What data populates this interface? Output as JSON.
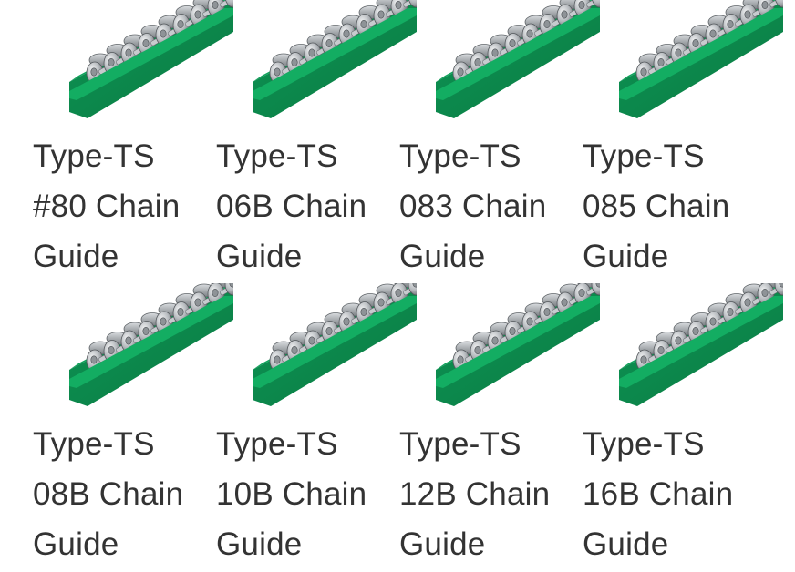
{
  "products": [
    {
      "line1": "Type-TS",
      "line2": "#80 Chain",
      "line3": "Guide",
      "image_icon": "green-chain-guide-with-roller-chain-icon"
    },
    {
      "line1": "Type-TS",
      "line2": "06B Chain",
      "line3": "Guide",
      "image_icon": "green-chain-guide-with-roller-chain-icon"
    },
    {
      "line1": "Type-TS",
      "line2": "083 Chain",
      "line3": "Guide",
      "image_icon": "green-chain-guide-with-roller-chain-icon"
    },
    {
      "line1": "Type-TS",
      "line2": "085 Chain",
      "line3": "Guide",
      "image_icon": "green-chain-guide-with-roller-chain-icon"
    },
    {
      "line1": "Type-TS",
      "line2": "08B Chain",
      "line3": "Guide",
      "image_icon": "green-chain-guide-with-roller-chain-icon"
    },
    {
      "line1": "Type-TS",
      "line2": "10B Chain",
      "line3": "Guide",
      "image_icon": "green-chain-guide-with-roller-chain-icon"
    },
    {
      "line1": "Type-TS",
      "line2": "12B Chain",
      "line3": "Guide",
      "image_icon": "green-chain-guide-with-roller-chain-icon"
    },
    {
      "line1": "Type-TS",
      "line2": "16B Chain",
      "line3": "Guide",
      "image_icon": "green-chain-guide-with-roller-chain-icon"
    }
  ],
  "colors": {
    "guide_green": "#10a35c",
    "guide_green_dark": "#0b7a44",
    "chain_steel": "#b8bcc0",
    "text": "#333333"
  }
}
